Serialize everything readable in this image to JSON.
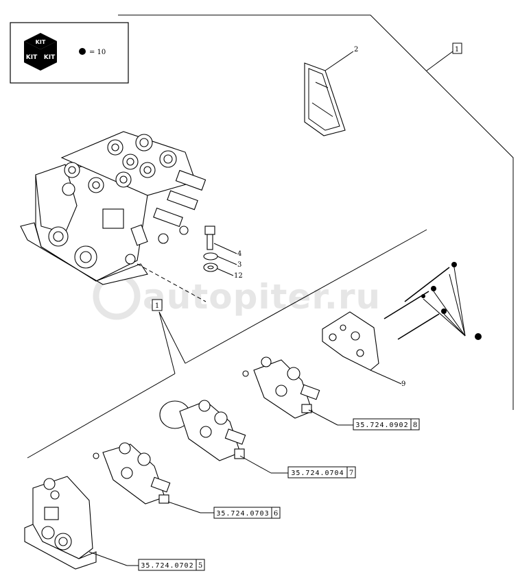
{
  "kit_legend": {
    "badge_top": "KIT",
    "badge_left": "KIT",
    "badge_right": "KIT",
    "equals_text": "= 10"
  },
  "watermark": "autopiter.ru",
  "item_numbers": {
    "n1": "1",
    "n2": "2",
    "n3": "3",
    "n4": "4",
    "n9": "9",
    "n12": "12",
    "n1b": "1"
  },
  "references": [
    {
      "code": "35.724.0902",
      "item": "8"
    },
    {
      "code": "35.724.0704",
      "item": "7"
    },
    {
      "code": "35.724.0703",
      "item": "6"
    },
    {
      "code": "35.724.0702",
      "item": "5"
    }
  ]
}
